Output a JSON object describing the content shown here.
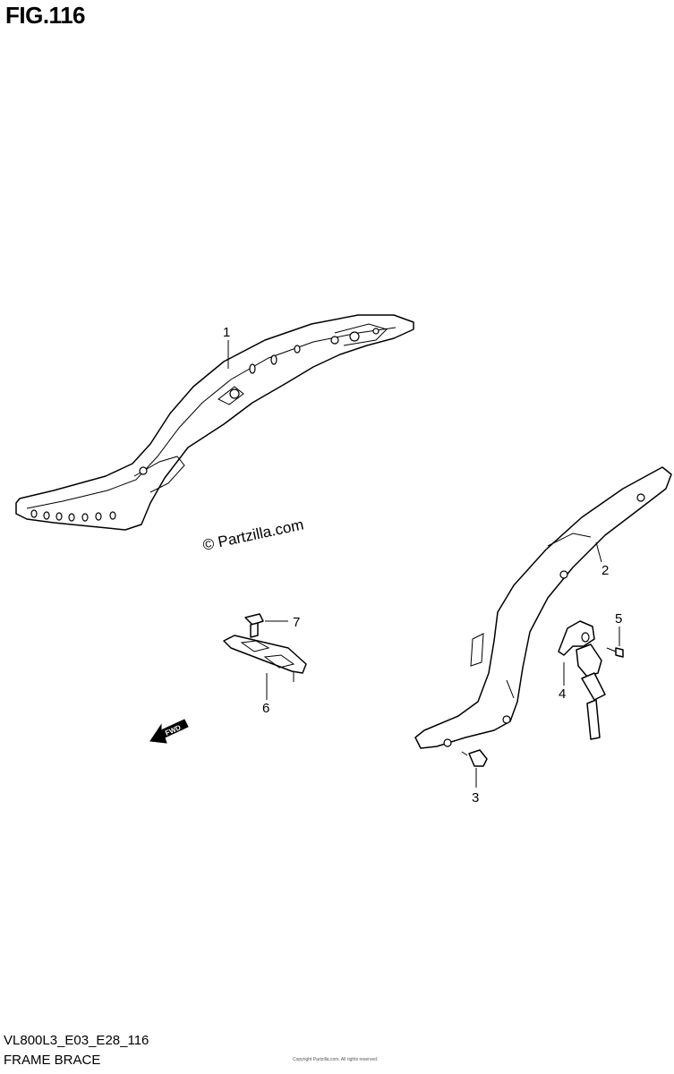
{
  "figure": {
    "title": "FIG.116",
    "model_code": "VL800L3_E03_E28_116",
    "name": "FRAME BRACE",
    "watermark": "© Partzilla.com",
    "direction_label": "FWD",
    "fine_print": "Copyright Partzilla.com. All rights reserved."
  },
  "callouts": [
    {
      "id": "1"
    },
    {
      "id": "2"
    },
    {
      "id": "3"
    },
    {
      "id": "4"
    },
    {
      "id": "5"
    },
    {
      "id": "6"
    },
    {
      "id": "7"
    }
  ]
}
